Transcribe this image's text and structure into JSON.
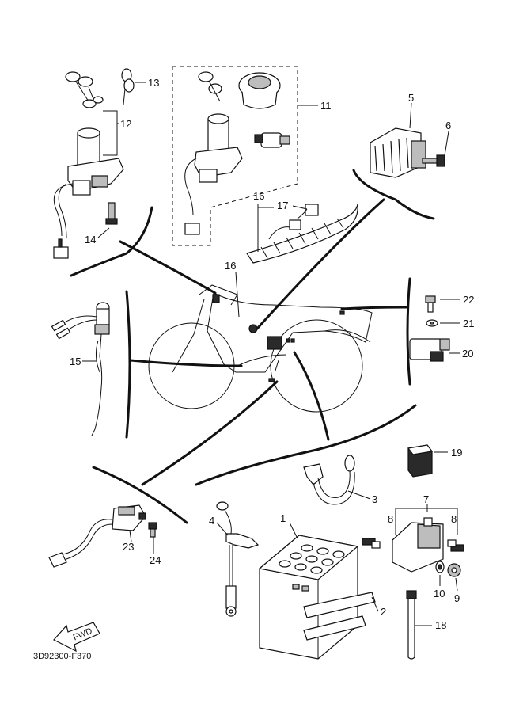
{
  "callouts": {
    "c1": "1",
    "c2": "2",
    "c3": "3",
    "c4": "4",
    "c5": "5",
    "c6": "6",
    "c7": "7",
    "c8a": "8",
    "c8b": "8",
    "c9": "9",
    "c10": "10",
    "c11": "11",
    "c12": "12",
    "c13": "13",
    "c14": "14",
    "c15": "15",
    "c16a": "16",
    "c16b": "16",
    "c17": "17",
    "c18": "18",
    "c19": "19",
    "c20": "20",
    "c21": "21",
    "c22": "22",
    "c23": "23",
    "c24": "24"
  },
  "fwd_label": "FWD",
  "diagram_code": "3D92300-F370"
}
